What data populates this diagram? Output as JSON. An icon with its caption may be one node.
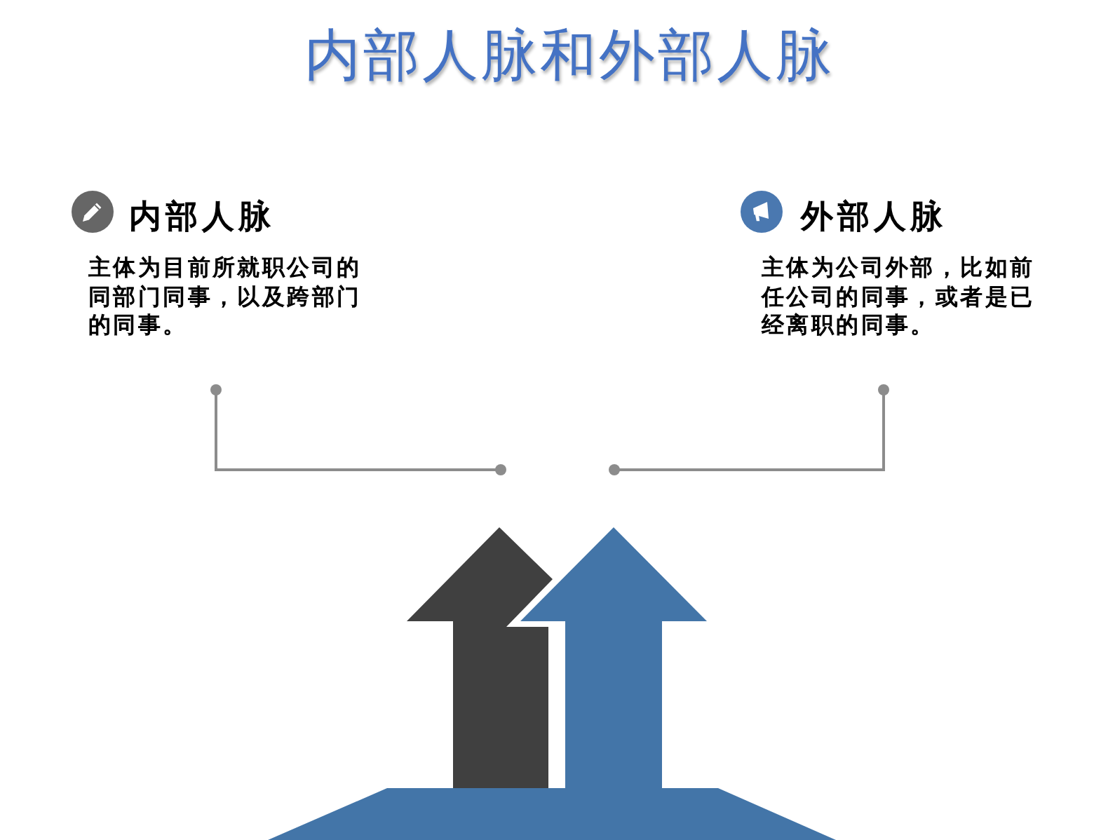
{
  "diagram": {
    "title": "内部人脉和外部人脉",
    "nodes": [
      {
        "text": [
          "内部人脉",
          "主体为目前所就职公司的同部门同事，以及跨部门的同事。"
        ]
      },
      {
        "text": [
          "外部人脉",
          "主体为公司外部，比如前任公司的同事，或者是已经离职的同事。"
        ]
      },
      {
        "text": [],
        "shape": "arrow"
      },
      {
        "text": [],
        "shape": "arrow"
      },
      {
        "text": [],
        "shape": "trapezoid"
      }
    ],
    "edges": [
      {
        "from": 0,
        "to": 2,
        "arrow": "other"
      },
      {
        "from": 1,
        "to": 3,
        "arrow": "other"
      }
    ]
  }
}
